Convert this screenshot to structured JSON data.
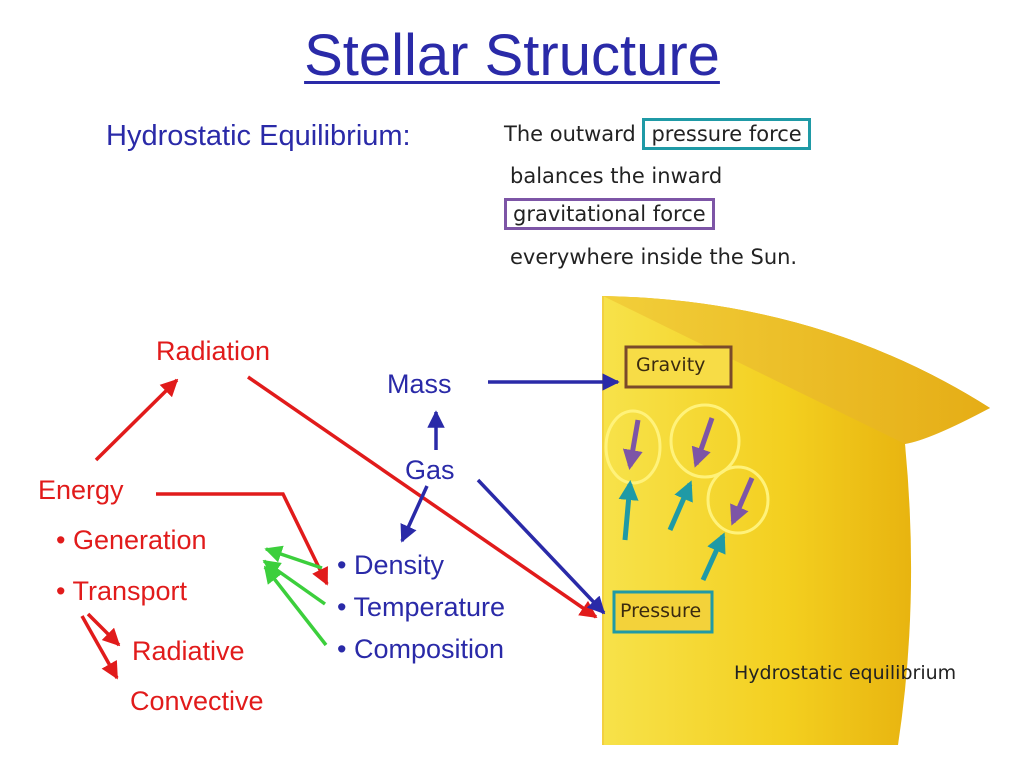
{
  "slide": {
    "title": "Stellar Structure",
    "he_label": "Hydrostatic Equilibrium:",
    "definition": {
      "line1_pre": "The outward",
      "line1_box": "pressure force",
      "line2": "balances the inward",
      "line3_box": "gravitational force",
      "line4": "everywhere inside the Sun."
    }
  },
  "concept_map": {
    "radiation": "Radiation",
    "energy": "Energy",
    "generation": "• Generation",
    "transport": "• Transport",
    "radiative": "Radiative",
    "convective": "Convective",
    "mass": "Mass",
    "gas": "Gas",
    "density": "• Density",
    "temperature": "• Temperature",
    "composition": "• Composition"
  },
  "sun_diagram": {
    "gravity_label": "Gravity",
    "pressure_label": "Pressure",
    "caption": "Hydrostatic equilibrium"
  },
  "colors": {
    "title_blue": "#2a2aa8",
    "red": "#e11b1b",
    "green": "#3ccf3c",
    "teal_box": "#1f9aa6",
    "purple_box": "#7d55a6",
    "sun_yellow": "#f3c51c"
  }
}
